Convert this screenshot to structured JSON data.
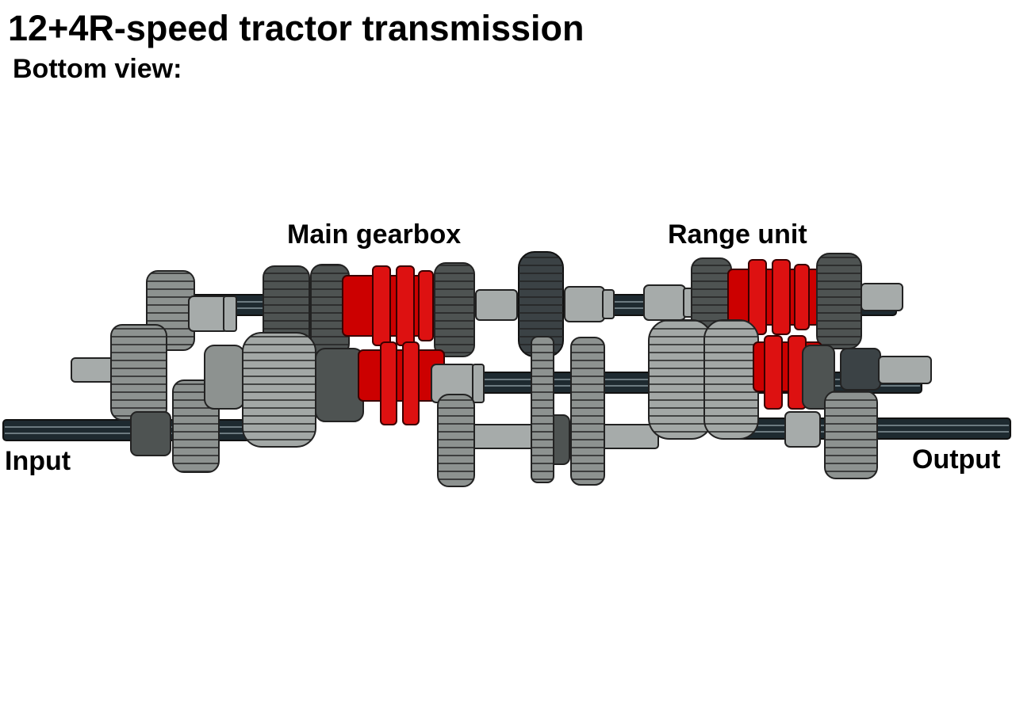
{
  "header": {
    "title": "12+4R-speed tractor transmission",
    "subtitle": "Bottom view:"
  },
  "labels": {
    "main_gearbox": "Main gearbox",
    "range_unit": "Range unit",
    "input": "Input",
    "output": "Output"
  },
  "colors": {
    "axle": "#1e2a30",
    "axle_highlight": "#6c7a80",
    "light_gray": "#a3a8a6",
    "dark_gray": "#4e5352",
    "bush": "#a6abaa",
    "red": "#cc0000",
    "outline": "#1a1a1a"
  }
}
